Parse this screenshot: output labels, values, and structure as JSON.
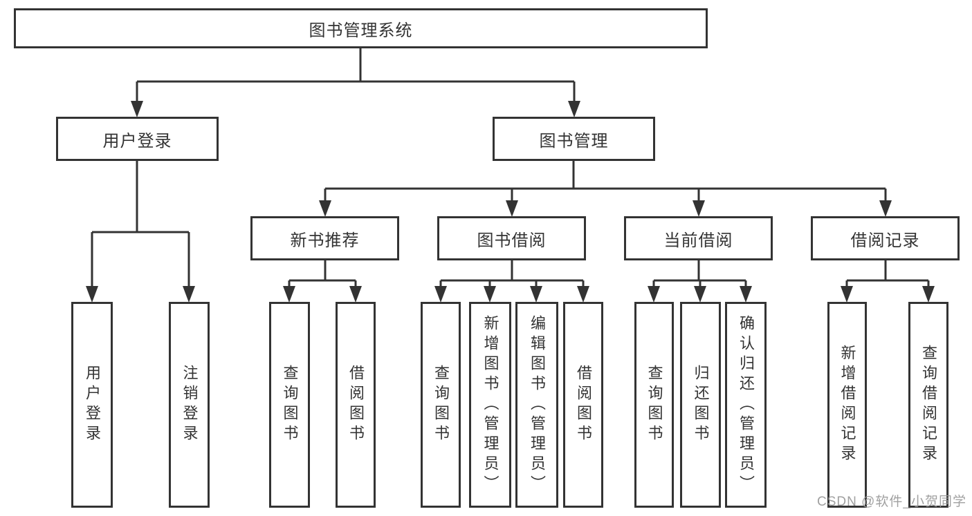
{
  "diagram": {
    "title": "图书管理系统",
    "level2": {
      "userLogin": {
        "label": "用户登录"
      },
      "bookManagement": {
        "label": "图书管理"
      }
    },
    "level3": {
      "newBookRec": {
        "label": "新书推荐"
      },
      "bookBorrow": {
        "label": "图书借阅"
      },
      "currentBorrow": {
        "label": "当前借阅"
      },
      "borrowRecords": {
        "label": "借阅记录"
      }
    },
    "leaves": {
      "userLogin": [
        "用户登录",
        "注销登录"
      ],
      "newBookRec": [
        "查询图书",
        "借阅图书"
      ],
      "bookBorrow": [
        "查询图书",
        "新增图书（管理员）",
        "编辑图书（管理员）",
        "借阅图书"
      ],
      "currentBorrow": [
        "查询图书",
        "归还图书",
        "确认归还（管理员）"
      ],
      "borrowRecords": [
        "新增借阅记录",
        "查询借阅记录"
      ]
    }
  },
  "watermark": "CSDN @软件_小贺同学",
  "colors": {
    "line": "#333333",
    "text": "#333333",
    "watermark": "#989898",
    "background": "#ffffff"
  }
}
